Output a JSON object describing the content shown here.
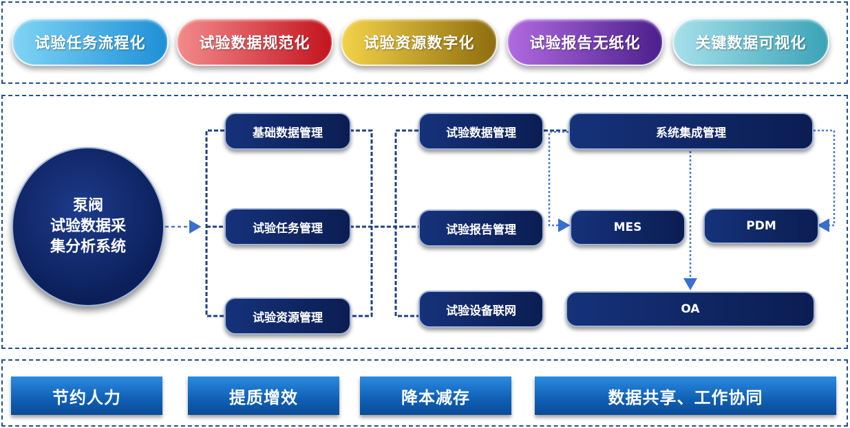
{
  "top_features": [
    {
      "label": "试验任务流程化"
    },
    {
      "label": "试验数据规范化"
    },
    {
      "label": "试验资源数字化"
    },
    {
      "label": "试验报告无纸化"
    },
    {
      "label": "关键数据可视化"
    }
  ],
  "center": {
    "line1": "泵阀",
    "line2": "试验数据采",
    "line3": "集分析系统"
  },
  "modules_left": [
    "基础数据管理",
    "试验任务管理",
    "试验资源管理"
  ],
  "modules_mid": [
    "试验数据管理",
    "试验报告管理",
    "试验设备联网"
  ],
  "integration": {
    "title": "系统集成管理",
    "targets": [
      "MES",
      "PDM",
      "OA"
    ]
  },
  "benefits": [
    "节约人力",
    "提质增效",
    "降本减存",
    "数据共享、工作协同"
  ]
}
